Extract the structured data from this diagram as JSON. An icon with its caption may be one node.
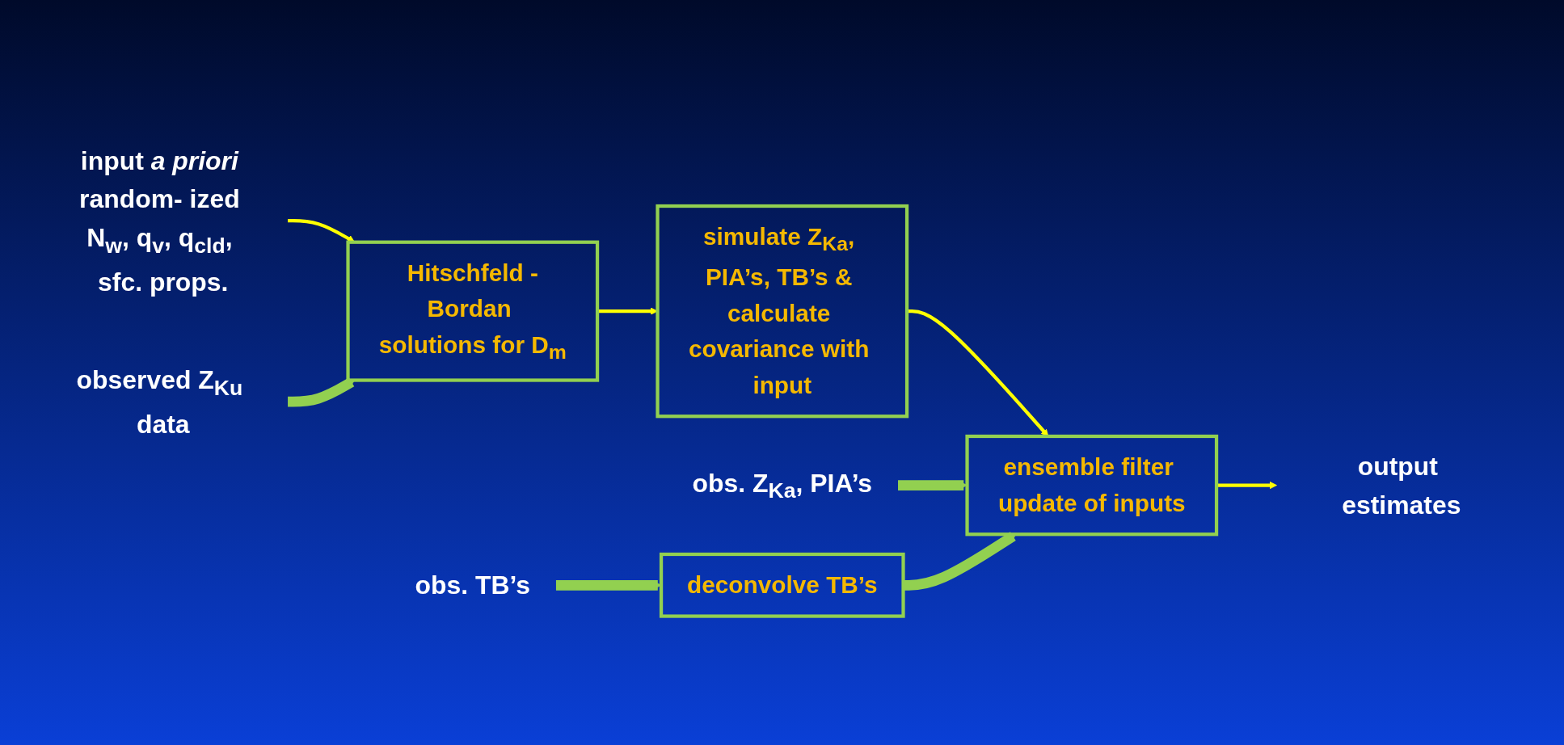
{
  "diagram": {
    "nodes": [
      {
        "text": [
          "input *a priori* random- ized N$_{w}$, q$_{v}$, q$_{cld}$, sfc. props."
        ]
      },
      {
        "text": [
          "observed Z$_{Ku}$ data"
        ]
      },
      {
        "text": [
          "Hitschfeld -Bordan solutions for D$_{m}$"
        ]
      },
      {
        "text": [
          "simulate Z$_{Ka}$, PIA’s, TB’s & calculate covariance with input"
        ]
      },
      {
        "text": [
          "obs. Z$_{Ka}$, PIA’s"
        ]
      },
      {
        "text": [
          "obs. TB’s"
        ]
      },
      {
        "text": [
          "deconvolve TB’s"
        ]
      },
      {
        "text": [
          "ensemble filter update of inputs"
        ]
      },
      {
        "text": [
          "output estimates"
        ]
      }
    ],
    "edges": [
      {
        "from": 0,
        "to": 2,
        "arrow": "to"
      },
      {
        "from": 1,
        "to": 2,
        "arrow": "to",
        "style": "thick",
        "color": "#92d050"
      },
      {
        "from": 2,
        "to": 3,
        "arrow": "to"
      },
      {
        "from": 3,
        "to": 7,
        "arrow": "to"
      },
      {
        "from": 4,
        "to": 7,
        "arrow": "to",
        "style": "thick",
        "color": "#92d050"
      },
      {
        "from": 5,
        "to": 6,
        "arrow": "to",
        "style": "thick",
        "color": "#92d050"
      },
      {
        "from": 6,
        "to": 7,
        "arrow": "to",
        "style": "thick",
        "color": "#92d050"
      },
      {
        "from": 7,
        "to": 8,
        "arrow": "to"
      }
    ]
  }
}
